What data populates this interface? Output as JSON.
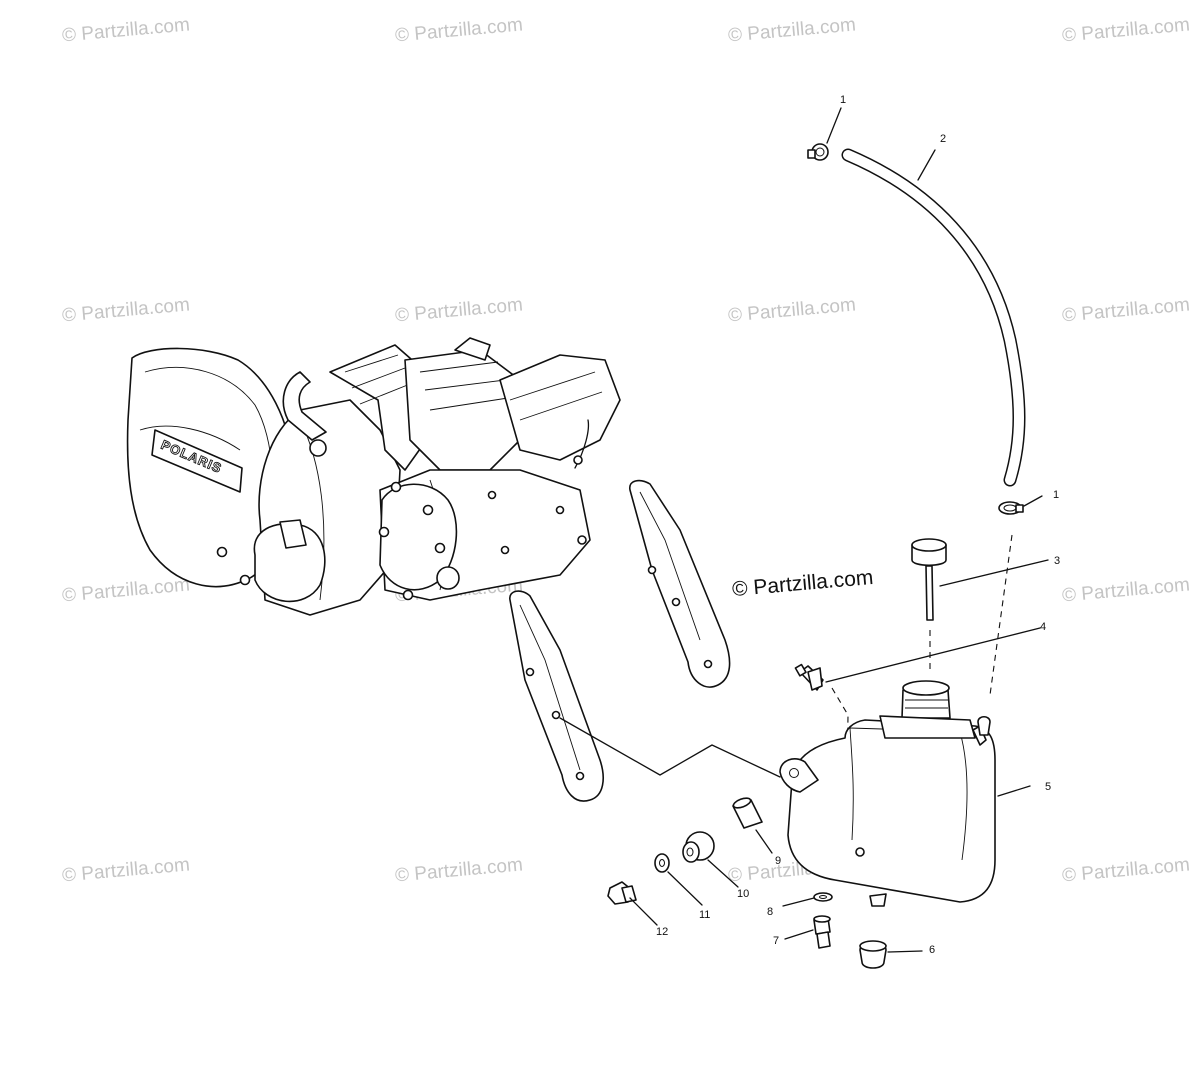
{
  "watermark": "© Partzilla.com",
  "brand_watermark": "© Partzilla.com",
  "engine_logo": "POLARIS",
  "callouts": [
    {
      "id": "c1a",
      "label": "1"
    },
    {
      "id": "c2",
      "label": "2"
    },
    {
      "id": "c1b",
      "label": "1"
    },
    {
      "id": "c3",
      "label": "3"
    },
    {
      "id": "c4",
      "label": "4"
    },
    {
      "id": "c5",
      "label": "5"
    },
    {
      "id": "c6",
      "label": "6"
    },
    {
      "id": "c7",
      "label": "7"
    },
    {
      "id": "c8",
      "label": "8"
    },
    {
      "id": "c9",
      "label": "9"
    },
    {
      "id": "c10",
      "label": "10"
    },
    {
      "id": "c11",
      "label": "11"
    },
    {
      "id": "c12",
      "label": "12"
    }
  ]
}
